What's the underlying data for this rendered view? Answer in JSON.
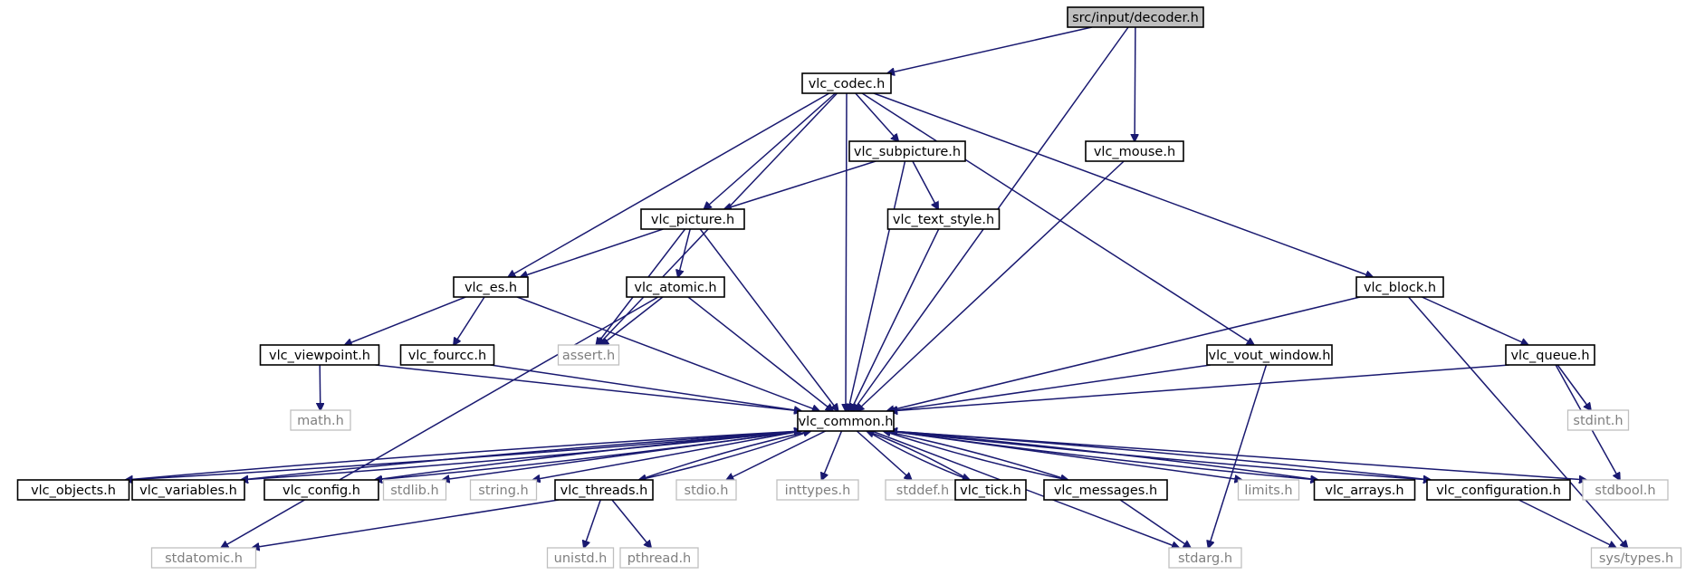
{
  "graph": {
    "title": "src/input/decoder.h",
    "edge_color": "#191970",
    "root_fill": "#bfbfbf",
    "system_border_color": "#bfbfbf",
    "system_text_color": "#7f7f7f",
    "nodes": [
      {
        "id": "decoder",
        "label": "src/input/decoder.h",
        "kind": "root"
      },
      {
        "id": "codec",
        "label": "vlc_codec.h",
        "kind": "project"
      },
      {
        "id": "mouse",
        "label": "vlc_mouse.h",
        "kind": "project"
      },
      {
        "id": "subpicture",
        "label": "vlc_subpicture.h",
        "kind": "project"
      },
      {
        "id": "picture",
        "label": "vlc_picture.h",
        "kind": "project"
      },
      {
        "id": "text_style",
        "label": "vlc_text_style.h",
        "kind": "project"
      },
      {
        "id": "es",
        "label": "vlc_es.h",
        "kind": "project"
      },
      {
        "id": "atomic",
        "label": "vlc_atomic.h",
        "kind": "project"
      },
      {
        "id": "block",
        "label": "vlc_block.h",
        "kind": "project"
      },
      {
        "id": "viewpoint",
        "label": "vlc_viewpoint.h",
        "kind": "project"
      },
      {
        "id": "fourcc",
        "label": "vlc_fourcc.h",
        "kind": "project"
      },
      {
        "id": "assert",
        "label": "assert.h",
        "kind": "system"
      },
      {
        "id": "vout_window",
        "label": "vlc_vout_window.h",
        "kind": "project"
      },
      {
        "id": "queue",
        "label": "vlc_queue.h",
        "kind": "project"
      },
      {
        "id": "math",
        "label": "math.h",
        "kind": "system"
      },
      {
        "id": "common",
        "label": "vlc_common.h",
        "kind": "project"
      },
      {
        "id": "stdint",
        "label": "stdint.h",
        "kind": "system"
      },
      {
        "id": "objects",
        "label": "vlc_objects.h",
        "kind": "project"
      },
      {
        "id": "variables",
        "label": "vlc_variables.h",
        "kind": "project"
      },
      {
        "id": "config",
        "label": "vlc_config.h",
        "kind": "project"
      },
      {
        "id": "stdlib",
        "label": "stdlib.h",
        "kind": "system"
      },
      {
        "id": "string",
        "label": "string.h",
        "kind": "system"
      },
      {
        "id": "threads",
        "label": "vlc_threads.h",
        "kind": "project"
      },
      {
        "id": "stdio",
        "label": "stdio.h",
        "kind": "system"
      },
      {
        "id": "inttypes",
        "label": "inttypes.h",
        "kind": "system"
      },
      {
        "id": "stddef",
        "label": "stddef.h",
        "kind": "system"
      },
      {
        "id": "tick",
        "label": "vlc_tick.h",
        "kind": "project"
      },
      {
        "id": "messages",
        "label": "vlc_messages.h",
        "kind": "project"
      },
      {
        "id": "limits",
        "label": "limits.h",
        "kind": "system"
      },
      {
        "id": "arrays",
        "label": "vlc_arrays.h",
        "kind": "project"
      },
      {
        "id": "configuration",
        "label": "vlc_configuration.h",
        "kind": "project"
      },
      {
        "id": "stdbool",
        "label": "stdbool.h",
        "kind": "system"
      },
      {
        "id": "stdatomic",
        "label": "stdatomic.h",
        "kind": "system"
      },
      {
        "id": "unistd",
        "label": "unistd.h",
        "kind": "system"
      },
      {
        "id": "pthread",
        "label": "pthread.h",
        "kind": "system"
      },
      {
        "id": "stdarg",
        "label": "stdarg.h",
        "kind": "system"
      },
      {
        "id": "systypes",
        "label": "sys/types.h",
        "kind": "system"
      }
    ],
    "edges": [
      [
        "decoder",
        "codec"
      ],
      [
        "decoder",
        "mouse"
      ],
      [
        "decoder",
        "common"
      ],
      [
        "codec",
        "es"
      ],
      [
        "codec",
        "assert"
      ],
      [
        "codec",
        "picture"
      ],
      [
        "codec",
        "common"
      ],
      [
        "codec",
        "subpicture"
      ],
      [
        "codec",
        "vout_window"
      ],
      [
        "codec",
        "block"
      ],
      [
        "subpicture",
        "picture"
      ],
      [
        "subpicture",
        "common"
      ],
      [
        "subpicture",
        "text_style"
      ],
      [
        "mouse",
        "common"
      ],
      [
        "text_style",
        "common"
      ],
      [
        "picture",
        "es"
      ],
      [
        "picture",
        "assert"
      ],
      [
        "picture",
        "atomic"
      ],
      [
        "picture",
        "common"
      ],
      [
        "es",
        "viewpoint"
      ],
      [
        "es",
        "fourcc"
      ],
      [
        "es",
        "common"
      ],
      [
        "atomic",
        "assert"
      ],
      [
        "atomic",
        "stdatomic"
      ],
      [
        "atomic",
        "common"
      ],
      [
        "block",
        "common"
      ],
      [
        "block",
        "queue"
      ],
      [
        "block",
        "systypes"
      ],
      [
        "viewpoint",
        "math"
      ],
      [
        "viewpoint",
        "common"
      ],
      [
        "fourcc",
        "common"
      ],
      [
        "vout_window",
        "common"
      ],
      [
        "vout_window",
        "stdarg"
      ],
      [
        "queue",
        "common"
      ],
      [
        "queue",
        "stdint"
      ],
      [
        "queue",
        "stdbool"
      ],
      [
        "common",
        "objects"
      ],
      [
        "common",
        "variables"
      ],
      [
        "common",
        "config"
      ],
      [
        "common",
        "stdlib"
      ],
      [
        "common",
        "string"
      ],
      [
        "common",
        "threads"
      ],
      [
        "common",
        "stdio"
      ],
      [
        "common",
        "inttypes"
      ],
      [
        "common",
        "stddef"
      ],
      [
        "common",
        "tick"
      ],
      [
        "common",
        "messages"
      ],
      [
        "common",
        "limits"
      ],
      [
        "common",
        "arrays"
      ],
      [
        "common",
        "configuration"
      ],
      [
        "common",
        "stdbool"
      ],
      [
        "common",
        "stdarg"
      ],
      [
        "objects",
        "common"
      ],
      [
        "variables",
        "common"
      ],
      [
        "config",
        "common"
      ],
      [
        "threads",
        "common"
      ],
      [
        "tick",
        "common"
      ],
      [
        "messages",
        "common"
      ],
      [
        "arrays",
        "common"
      ],
      [
        "configuration",
        "common"
      ],
      [
        "threads",
        "stdatomic"
      ],
      [
        "threads",
        "unistd"
      ],
      [
        "threads",
        "pthread"
      ],
      [
        "messages",
        "stdarg"
      ],
      [
        "configuration",
        "systypes"
      ]
    ]
  }
}
